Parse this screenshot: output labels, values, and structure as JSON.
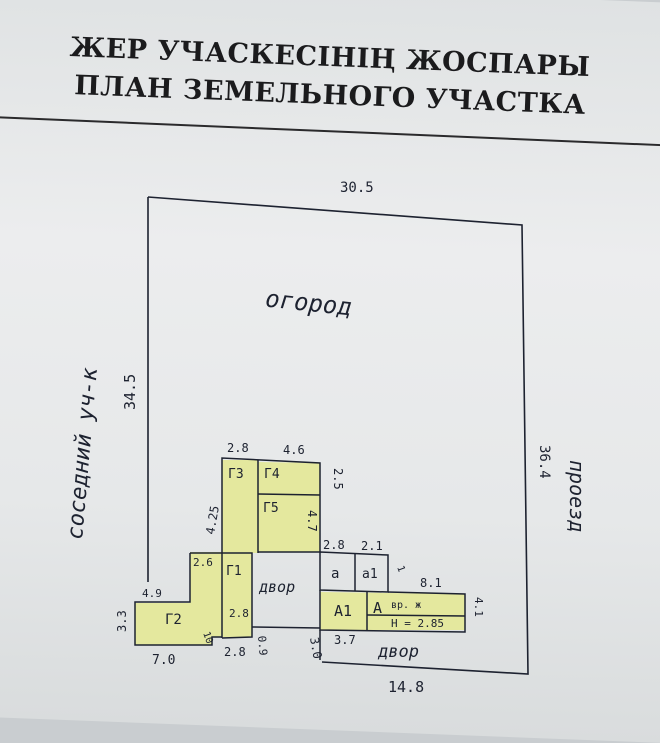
{
  "header": {
    "title_kz": "ЖЕР УЧАСКЕСІНІҢ ЖОСПАРЫ",
    "title_ru": "ПЛАН ЗЕМЕЛЬНОГО УЧАСТКА"
  },
  "plan": {
    "labels": {
      "garden": "огород",
      "neighbor": "соседний уч-к",
      "passage": "проезд",
      "yard_inner": "двор",
      "yard_outer": "двор"
    },
    "dimensions": {
      "top": "30.5",
      "left": "34.5",
      "right": "36.4",
      "bottom": "14.8",
      "d_2_8a": "2.8",
      "d_4_6": "4.6",
      "d_2_5": "2.5",
      "d_4_25": "4.25",
      "d_4_7": "4.7",
      "d_2_8b": "2.8",
      "d_2_1": "2.1",
      "d_2_6": "2.6",
      "d_4_9": "4.9",
      "d_3_3": "3.3",
      "d_2_8c": "2.8",
      "d_10": "10",
      "d_7_0": "7.0",
      "d_2_8d": "2.8",
      "d_0_9": "0.9",
      "d_3_0": "3.0",
      "d_3_7": "3.7",
      "d_8_1": "8.1",
      "d_4_1": "4.1",
      "d_1": "1"
    },
    "rooms": {
      "g1": "Г1",
      "g2": "Г2",
      "g3": "Г3",
      "g4": "Г4",
      "g5": "Г5",
      "a": "а",
      "a1": "а1",
      "A": "А",
      "A1": "А1"
    },
    "height_note_1": "вр. ж",
    "height_note_2": "Н = 2.85"
  },
  "colors": {
    "paper": "#e9ebec",
    "ink": "#1d2230",
    "highlight": "#e6e9a0"
  }
}
